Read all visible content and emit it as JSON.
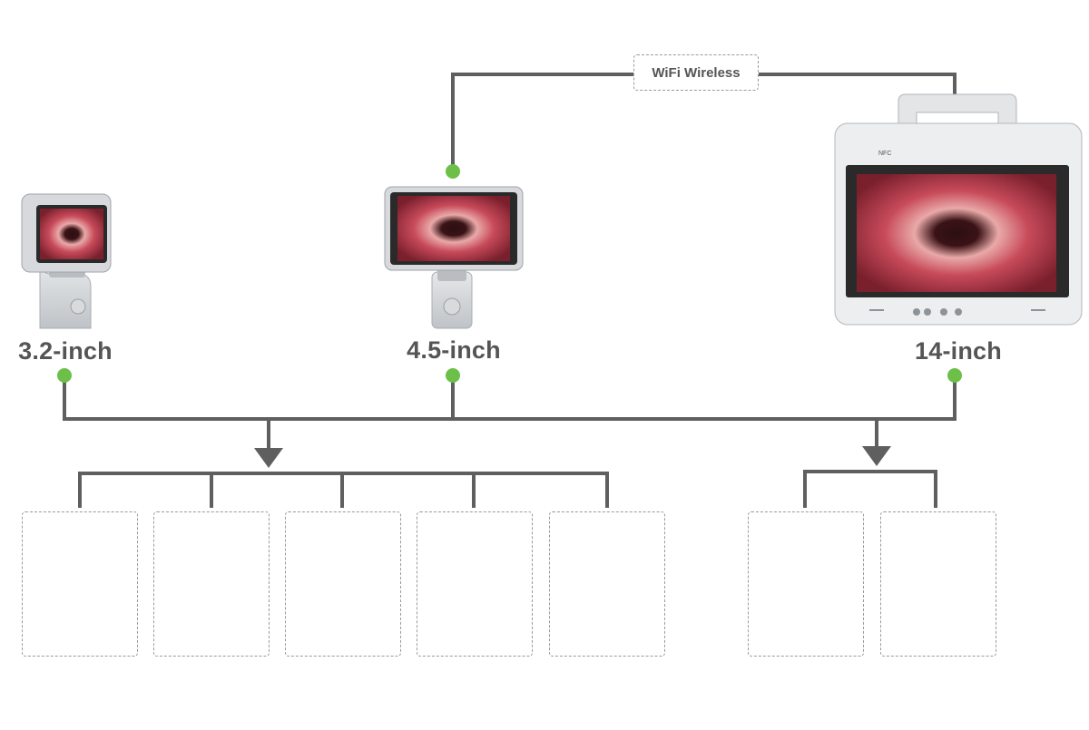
{
  "wifi": {
    "label": "WiFi Wireless"
  },
  "devices": [
    {
      "id": "small",
      "size_label": "3.2-inch",
      "icon": "handheld-monitor-small-icon"
    },
    {
      "id": "medium",
      "size_label": "4.5-inch",
      "icon": "handheld-monitor-medium-icon"
    },
    {
      "id": "large",
      "size_label": "14-inch",
      "icon": "tablet-monitor-large-icon",
      "badge": "NFC"
    }
  ],
  "colors": {
    "line": "#5f5f5f",
    "node": "#6cc04a",
    "device_body": "#cfd2d6",
    "screen_bezel": "#2a2a2a",
    "screen_tissue": "#c74a5a",
    "blade_metal": "#9ea3a8",
    "blade_cap": "#1f3a6b",
    "scope_black": "#222222"
  },
  "accessory_groups": [
    {
      "id": "blades",
      "items": [
        "stylet-blades-icon",
        "assorted-blades-icon",
        "macintosh-blades-icon",
        "straight-blades-icon",
        "hyperangled-blades-icon"
      ]
    },
    {
      "id": "scopes",
      "items": [
        "flexible-endoscope-icon",
        "disposable-scope-icon"
      ]
    }
  ]
}
